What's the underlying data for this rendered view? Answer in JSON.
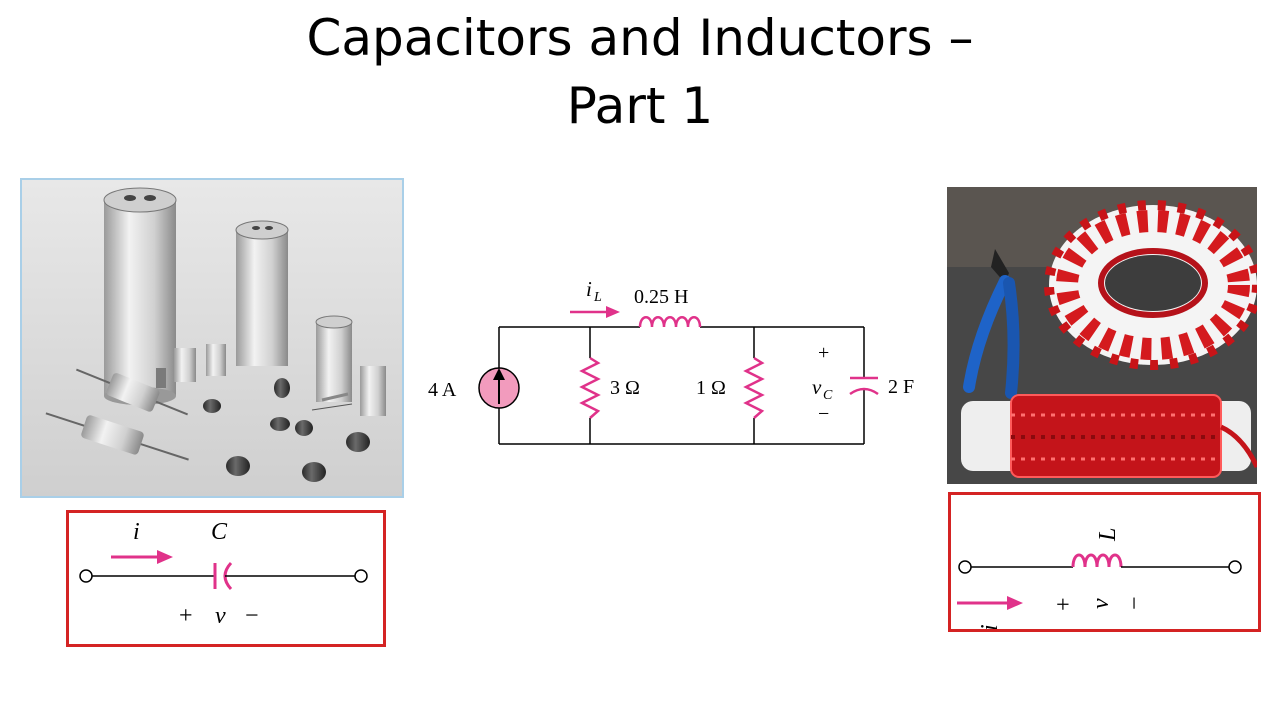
{
  "title": {
    "line1": "Capacitors and Inductors –",
    "line2": "Part 1"
  },
  "circuit": {
    "current_source": "4 A",
    "current_label_i": "i",
    "current_label_sub": "L",
    "inductor_value": "0.25 H",
    "resistor1": "3 Ω",
    "resistor2": "1 Ω",
    "capacitor_value": "2 F",
    "vc_plus": "+",
    "vc_label_v": "v",
    "vc_label_sub": "C",
    "vc_minus": "−"
  },
  "capacitor_symbol": {
    "current": "i",
    "name": "C",
    "plus": "+",
    "voltage": "v",
    "minus": "−"
  },
  "inductor_symbol": {
    "name": "L",
    "plus": "+",
    "voltage": "v",
    "minus": "−",
    "current": "i"
  },
  "colors": {
    "accent_magenta": "#e0328a",
    "box_red": "#d42323",
    "source_fill": "#f29bbd"
  }
}
